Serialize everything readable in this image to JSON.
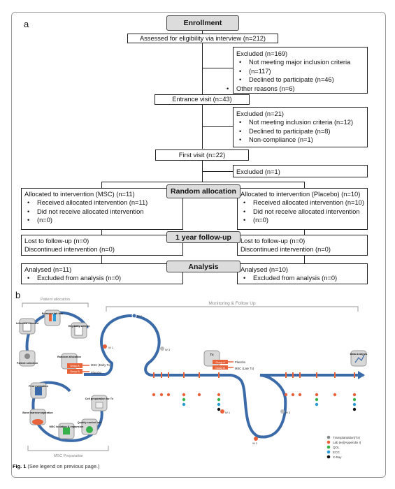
{
  "panel_a": {
    "label": "a",
    "headers": {
      "enrollment": "Enrollment",
      "random_allocation": "Random allocation",
      "follow_up": "1 year follow-up",
      "analysis": "Analysis"
    },
    "assessed": "Assessed for eligibility via interview (n=212)",
    "excluded1": {
      "title": "Excluded (n=169)",
      "items": [
        "Not meeting major inclusion criteria",
        "(n=117)",
        "Declined to participate (n=46)",
        "Other reasons (n=6)"
      ]
    },
    "entrance_visit": "Entrance visit (n=43)",
    "excluded2": {
      "title": "Excluded (n=21)",
      "items": [
        "Not meeting inclusion criteria (n=12)",
        "Declined to participate (n=8)",
        "Non-compliance (n=1)"
      ]
    },
    "first_visit": "First visit (n=22)",
    "excluded3": "Excluded (n=1)",
    "alloc_msc": {
      "title": "Allocated to intervention (MSC) (n=11)",
      "items": [
        "Received allocated intervention (n=11)",
        "Did not receive allocated intervention",
        "(n=0)"
      ]
    },
    "alloc_placebo": {
      "title": "Allocated to intervention (Placebo) (n=10)",
      "items": [
        "Received allocated intervention (n=10)",
        "Did not receive allocated intervention",
        "(n=0)"
      ]
    },
    "follow_msc": [
      "Lost to follow-up (n=0)",
      "Discontinued intervention (n=0)"
    ],
    "follow_placebo": [
      "Lost to follow-up (n=0)",
      "Discontinued intervention (n=0)"
    ],
    "analysis_msc": {
      "title": "Analysed (n=11)",
      "items": [
        "Excluded from analysis (n=0)"
      ]
    },
    "analysis_placebo": {
      "title": "Analysed (n=10)",
      "items": [
        "Excluded from analysis (n=0)"
      ]
    }
  },
  "panel_b": {
    "label": "b",
    "patient_allocation": "Patient allocation",
    "monitoring": "Monitoring & Follow Up",
    "msc_preparation": "MSC Preparation",
    "steps": {
      "informed_consent": "Informed consent",
      "entrance_lab_test": "Entrance lab test",
      "eligibility": "Eligibility criteria",
      "patient_selection": "Patient selection",
      "random_allocation": "Random allocation",
      "first_evaluation": "First evaluation",
      "bone_marrow": "Bone marrow aspiration",
      "msc_isolation": "MSC isolation & expansion",
      "quality_control": "Quality control test",
      "cell_preparation": "Cell preparation for Tx",
      "tx": "Tx",
      "data_analysis": "Data Analysis"
    },
    "group_a": "Group A",
    "group_b": "Group B",
    "msc_early": "MSC (Early Tx)",
    "placebo": "Placebo",
    "placebo2": "Placebo",
    "msc_late": "MSC (Late Tx)",
    "week_markers": [
      "W 1",
      "W 2",
      "W 3"
    ],
    "legend": [
      {
        "label": "Transplantation(Tx)",
        "color": "#8a8a8a"
      },
      {
        "label": "Lab test(Appendix I)",
        "color": "#e8633a"
      },
      {
        "label": "QOL",
        "color": "#35b04a"
      },
      {
        "label": "ECG",
        "color": "#2a9bd6"
      },
      {
        "label": "X-Ray",
        "color": "#111111"
      }
    ]
  },
  "caption": {
    "fig": "Fig. 1",
    "text": "(See legend on previous page.)"
  }
}
